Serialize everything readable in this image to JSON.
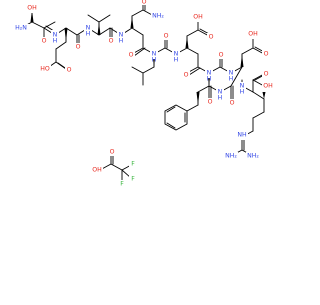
{
  "structure": {
    "peptide": {
      "sequence_groups": [
        {
          "residue_label": "serine",
          "atoms": [
            "H2N",
            "OH",
            "O"
          ]
        },
        {
          "residue_label": "glutamic acid",
          "atoms": [
            "HO",
            "O",
            "NH"
          ]
        },
        {
          "residue_label": "valine",
          "atoms": [
            "O",
            "NH"
          ]
        },
        {
          "residue_label": "asparagine",
          "atoms": [
            "NH2",
            "O",
            "NH"
          ]
        },
        {
          "residue_label": "leucine",
          "atoms": [
            "O",
            "NH"
          ]
        },
        {
          "residue_label": "aspartic acid",
          "atoms": [
            "OH",
            "O",
            "NH"
          ]
        },
        {
          "residue_label": "alanine",
          "atoms": [
            "O",
            "NH"
          ]
        },
        {
          "residue_label": "glutamic acid",
          "atoms": [
            "OH",
            "O",
            "NH"
          ]
        },
        {
          "residue_label": "phenylalanine",
          "atoms": [
            "O",
            "NH"
          ]
        },
        {
          "residue_label": "arginine",
          "atoms": [
            "OH",
            "O",
            "NH",
            "NH2",
            "NH2"
          ]
        }
      ]
    },
    "counterion": {
      "name": "trifluoroacetic acid",
      "atoms": [
        "F",
        "F",
        "F",
        "O",
        "OH"
      ]
    },
    "colors": {
      "oxygen": "#e8261c",
      "nitrogen": "#3448e6",
      "fluorine": "#37b43c",
      "carbon_bond": "#000000"
    }
  },
  "labels": {
    "h2n_ser": "H₂N",
    "oh_ser": "OH",
    "o_ser": "O",
    "ho_glu1": "HO",
    "o_glu1": "O",
    "nh_glu1": "H",
    "n_glu1": "N",
    "o_val": "O",
    "nh_val": "H",
    "n_val": "N",
    "nh2_asn": "NH₂",
    "o_asn_side": "O",
    "o_asn_bb": "O",
    "nh_asn": "H",
    "n_asn": "N",
    "o_leu": "O",
    "nh_leu": "H",
    "n_leu": "N",
    "oh_asp": "OH",
    "o_asp_side": "O",
    "o_asp_bb": "O",
    "nh_asp": "H",
    "n_asp": "N",
    "o_ala": "O",
    "nh_ala": "H",
    "n_ala": "N",
    "oh_glu2": "OH",
    "o_glu2_side": "O",
    "o_glu2_bb": "O",
    "nh_glu2": "H",
    "n_glu2": "N",
    "o_phe": "O",
    "nh_phe": "H",
    "n_phe": "N",
    "o_arg_acid": "O",
    "oh_arg_acid": "OH",
    "nh_arg": "H",
    "n_arg": "N",
    "nh_guan": "NH",
    "n_guan": "N",
    "nh2_guan": "NH₂",
    "h_guan": "H",
    "f1": "F",
    "f2": "F",
    "f3": "F",
    "o_tfa": "O",
    "oh_tfa": "OH"
  }
}
